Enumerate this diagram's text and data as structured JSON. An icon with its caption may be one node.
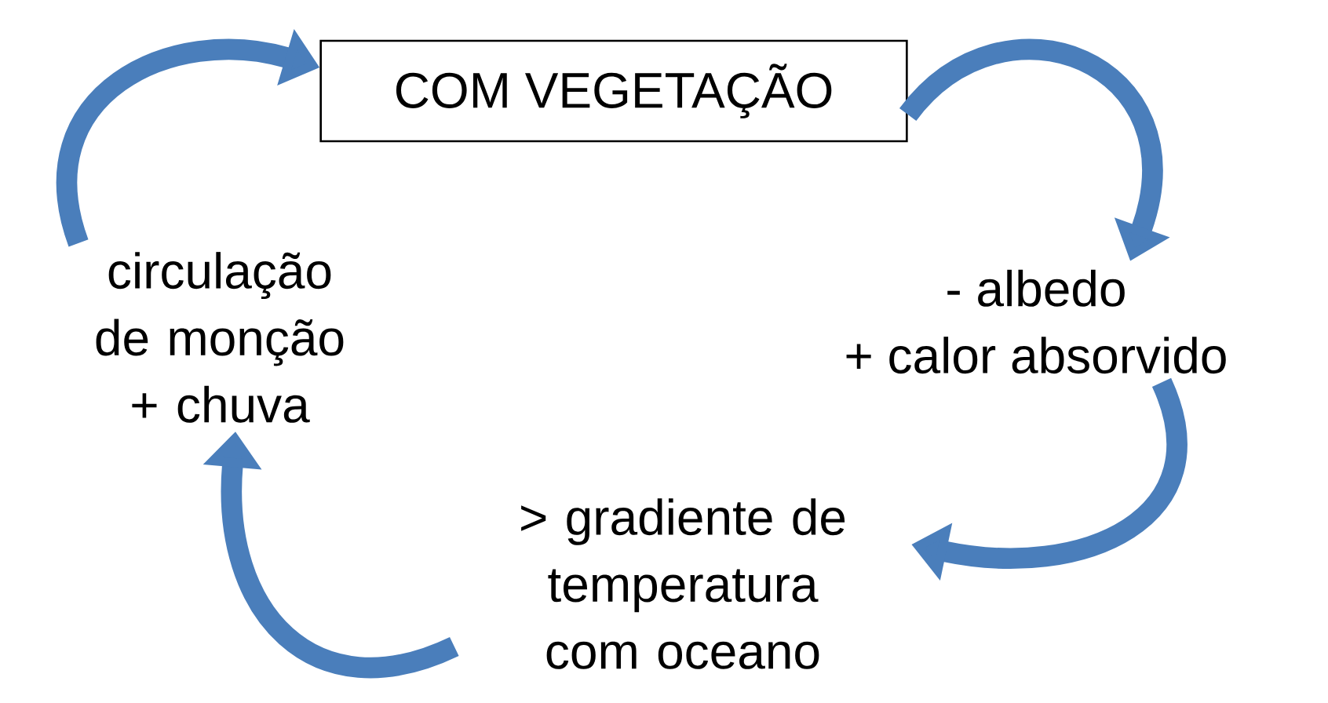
{
  "diagram": {
    "nodes": [
      {
        "text": [
          "COM VEGETAÇÃO"
        ]
      },
      {
        "text": [
          "- albedo",
          "+ calor absorvido"
        ]
      },
      {
        "text": [
          "> gradiente de temperatura com oceano"
        ]
      },
      {
        "text": [
          "circulação de monção",
          "+ chuva"
        ]
      }
    ],
    "edges": [
      {
        "from": 0,
        "to": 1,
        "arrow": "to"
      },
      {
        "from": 1,
        "to": 2,
        "arrow": "to"
      },
      {
        "from": 2,
        "to": 3,
        "arrow": "to"
      },
      {
        "from": 3,
        "to": 0,
        "arrow": "to"
      }
    ]
  }
}
